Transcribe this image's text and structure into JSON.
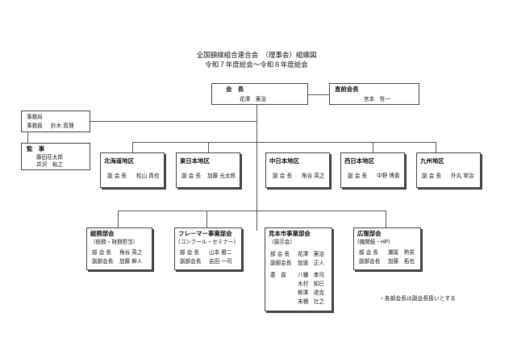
{
  "header": {
    "line1": "全国額縁組合連合会　（理事会）組織図",
    "line2": "令和７年度総会～令和８年度総会"
  },
  "president": {
    "title": "会　長",
    "name": "花澤　憲治"
  },
  "former_president": {
    "title": "直前会長",
    "name": "宮本　哲一"
  },
  "secretariat": {
    "title": "事務局",
    "role": "事務員",
    "name": "鈴木 真理"
  },
  "auditors": {
    "title": "監　事",
    "names": [
      "藤田荘太郎",
      "井沢　裕之"
    ]
  },
  "regions": [
    {
      "name": "北海道地区",
      "role": "副 会 長",
      "person": "松山 真也"
    },
    {
      "name": "東日本地区",
      "role": "副 会 長",
      "person": "加藤 光太郎"
    },
    {
      "name": "中日本地区",
      "role": "副 会 長",
      "person": "角谷 英之"
    },
    {
      "name": "西日本地区",
      "role": "副 会 長",
      "person": "中野 博貴"
    },
    {
      "name": "九州地区",
      "role": "副 会 長",
      "person": "外丸 常治"
    }
  ],
  "departments": [
    {
      "name": "総務部会",
      "sub": "（総務・財務担当）",
      "members": [
        {
          "role": "部 会 長",
          "person": "角谷 英之"
        },
        {
          "role": "副部会長",
          "person": "加藤 幹人"
        }
      ]
    },
    {
      "name": "フレーマー事業部会",
      "sub": "(コンクール・セミナー)",
      "members": [
        {
          "role": "部 会 長",
          "person": "山本 雅二"
        },
        {
          "role": "副部会長",
          "person": "吉田 一司"
        }
      ]
    },
    {
      "name": "見本市事業部会",
      "sub": "（展示会）",
      "members": [
        {
          "role": "部 会 長",
          "person": "花澤　憲治"
        },
        {
          "role": "副部会長",
          "person": "加道　正人"
        }
      ],
      "committee_role": "委　員",
      "committee": [
        "八幡　孝司",
        "木村　知巳",
        "柳澤　達克",
        "末積　壮之"
      ]
    },
    {
      "name": "広報部会",
      "sub": "(機関紙・HP)",
      "members": [
        {
          "role": "部 会 長",
          "person": "瀬尾　熱男"
        },
        {
          "role": "副部会長",
          "person": "加藤　拓也"
        }
      ]
    }
  ],
  "footnote": "・各部会長は副会長扱いとする"
}
